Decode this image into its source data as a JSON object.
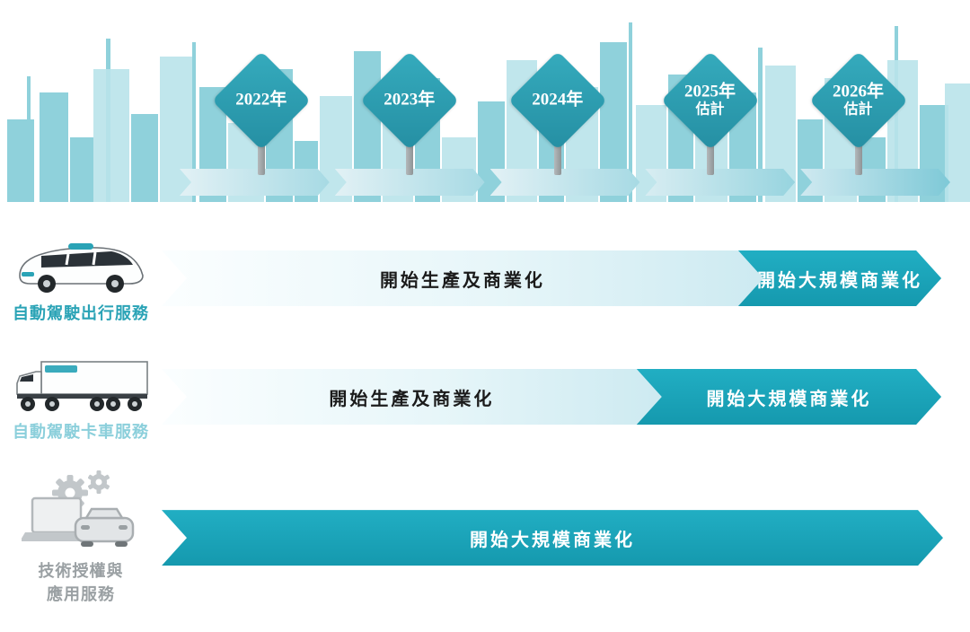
{
  "colors": {
    "teal_dark": "#1aa7bc",
    "teal_diamond": "#2ea6b8",
    "skyline_main": "#8fd1db",
    "skyline_light": "#b9e3ea",
    "bar_light_start": "#fbfeff",
    "bar_light_end": "#cdeaf1",
    "label_teal": "#2aa3b6",
    "label_teal_light": "#8bcfdb",
    "label_gray": "#9aa0a3"
  },
  "timeline": {
    "years": [
      {
        "line1": "2022年",
        "line2": ""
      },
      {
        "line1": "2023年",
        "line2": ""
      },
      {
        "line1": "2024年",
        "line2": ""
      },
      {
        "line1": "2025年",
        "line2": "估計"
      },
      {
        "line1": "2026年",
        "line2": "估計"
      }
    ],
    "segment_count": 5
  },
  "rows": [
    {
      "icon": "robotaxi-icon",
      "label": "自動駕駛出行服務",
      "phases": [
        {
          "text": "開始生產及商業化",
          "style": "light",
          "width_pct": 77
        },
        {
          "text": "開始大規模商業化",
          "style": "dark",
          "width_pct": 26
        }
      ]
    },
    {
      "icon": "truck-icon",
      "label": "自動駕駛卡車服務",
      "phases": [
        {
          "text": "開始生產及商業化",
          "style": "light",
          "width_pct": 64
        },
        {
          "text": "開始大規模商業化",
          "style": "dark",
          "width_pct": 39
        }
      ]
    },
    {
      "icon": "tech-licensing-icon",
      "label": "技術授權與應用服務",
      "label_lines": [
        "技術授權與",
        "應用服務"
      ],
      "phases": [
        {
          "text": "開始大規模商業化",
          "style": "dark",
          "width_pct": 100
        }
      ]
    }
  ]
}
